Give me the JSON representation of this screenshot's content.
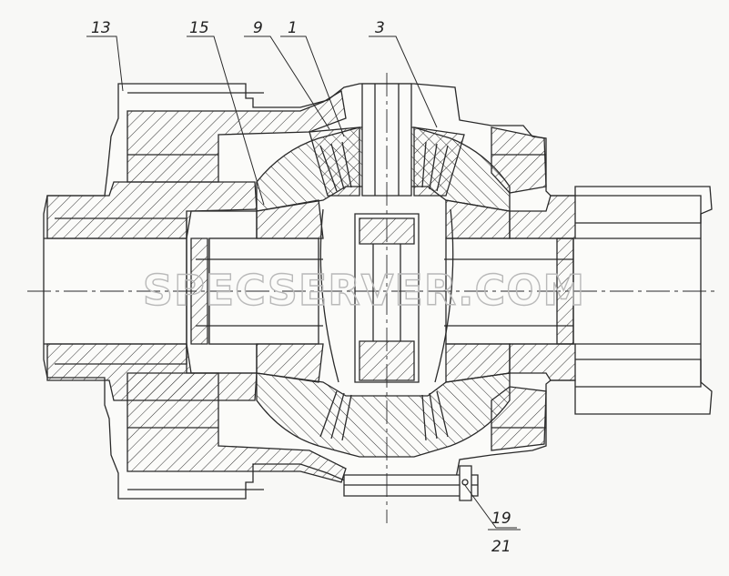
{
  "drawing": {
    "callouts": [
      {
        "id": "c13",
        "label": "13"
      },
      {
        "id": "c15",
        "label": "15"
      },
      {
        "id": "c9",
        "label": "9"
      },
      {
        "id": "c1",
        "label": "1"
      },
      {
        "id": "c3",
        "label": "3"
      },
      {
        "id": "c19",
        "label": "19"
      },
      {
        "id": "c21",
        "label": "21"
      }
    ]
  },
  "watermark": {
    "text": "SPECSERVER.COM",
    "color": "#b9b9b9"
  },
  "colors": {
    "ink": "#2a2a2a",
    "paper": "#f8f8f6"
  }
}
